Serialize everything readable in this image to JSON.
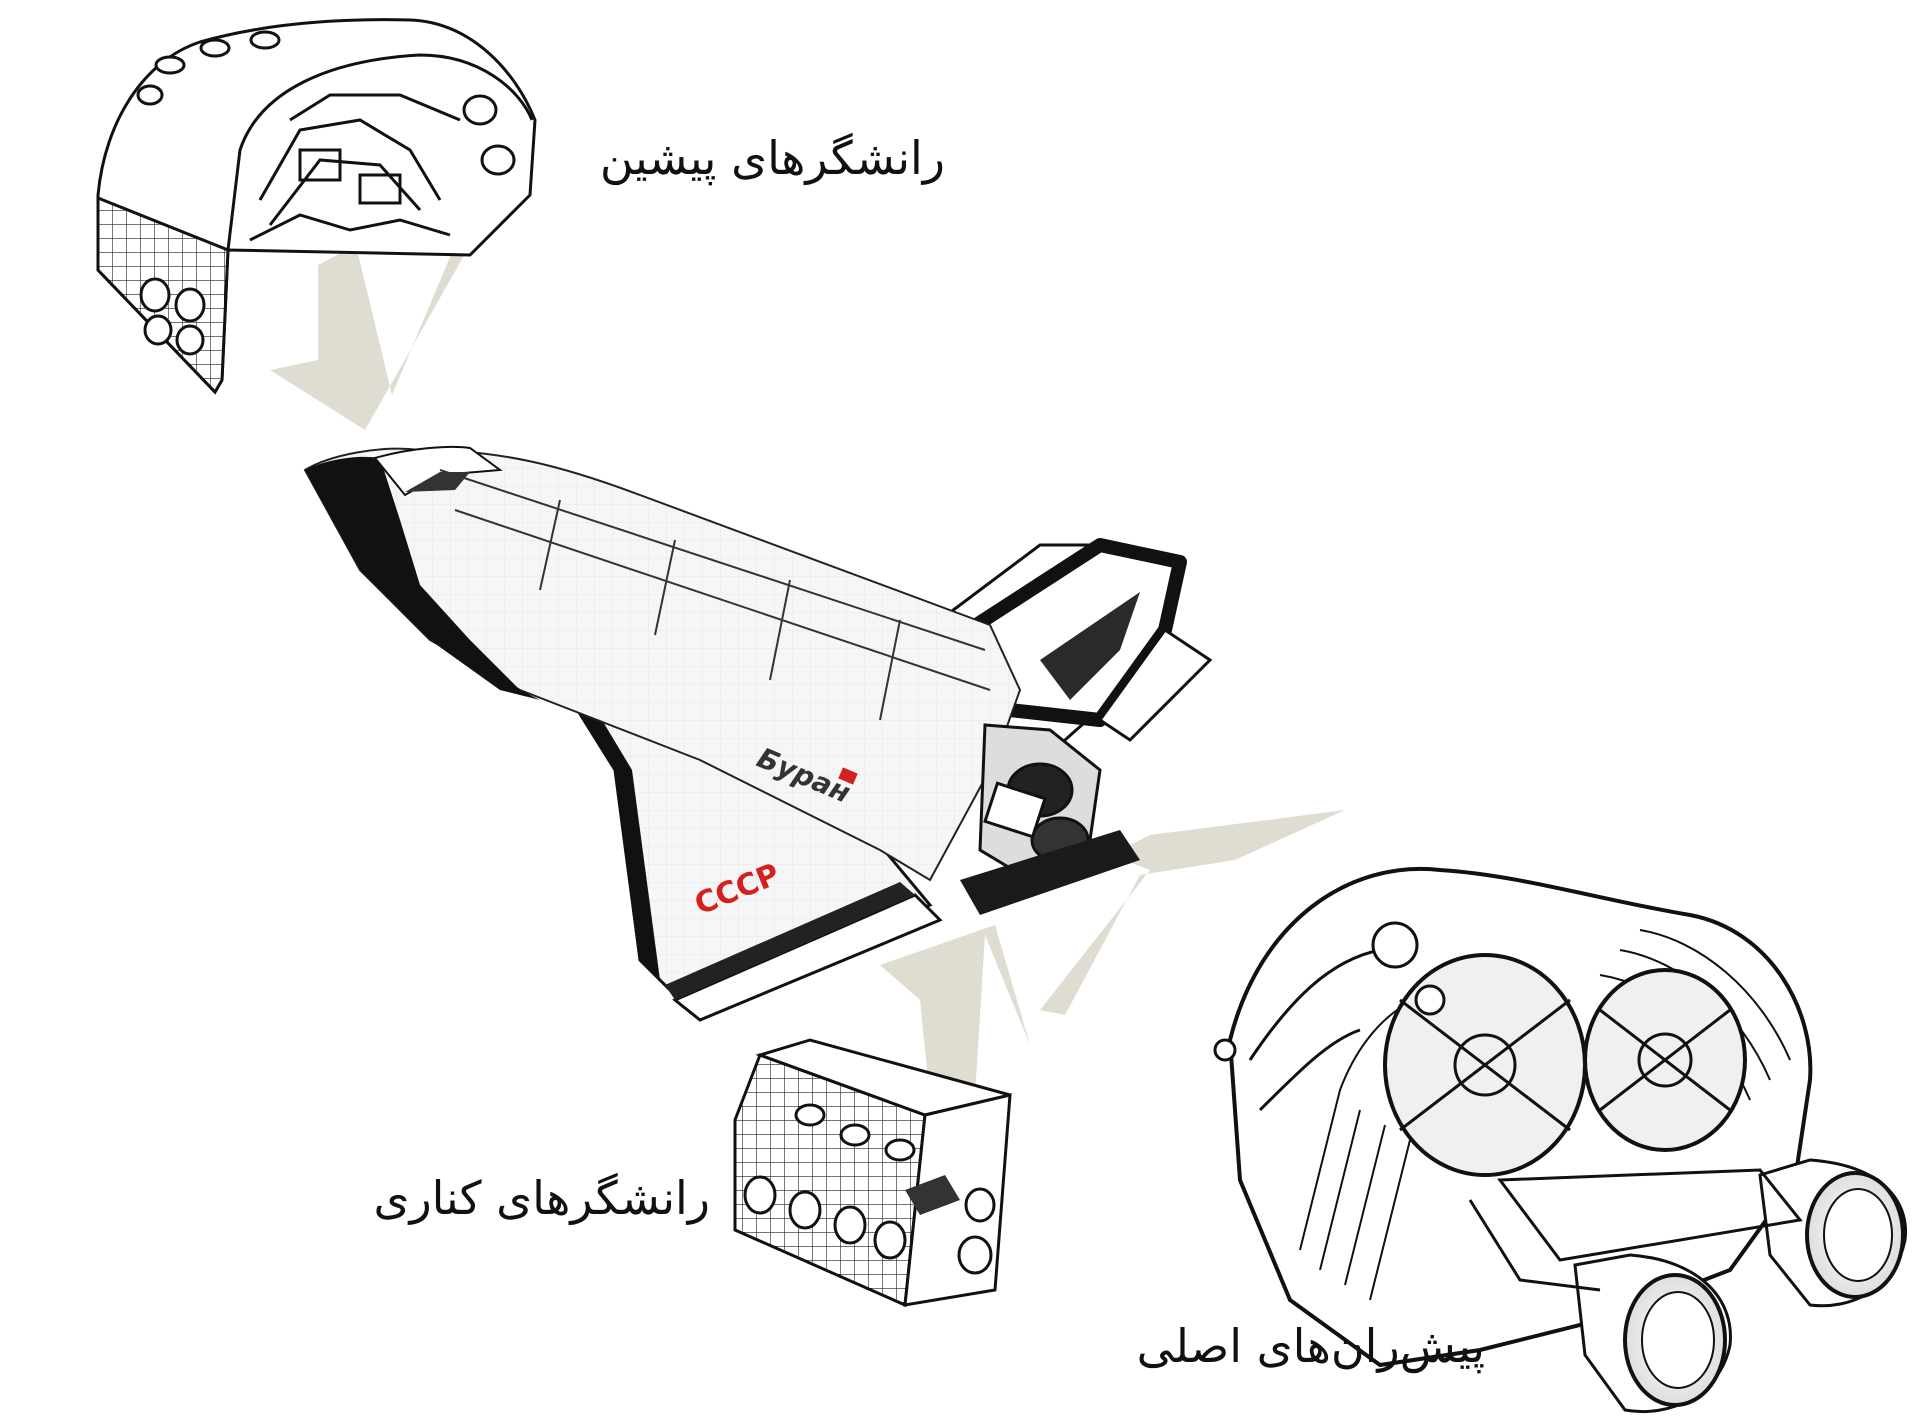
{
  "labels": {
    "forward_thrusters": "رانشگرهای پیشین",
    "side_thrusters": "رانشگرهای کناری",
    "main_engines": "پیش‌ران‌های اصلی"
  },
  "orbiter": {
    "name_marking": "Буран",
    "country_marking": "СССР"
  },
  "colors": {
    "arrow": "#d4d2c2",
    "outline": "#111111",
    "marking_red": "#d42020",
    "hull": "#f4f4f4"
  }
}
